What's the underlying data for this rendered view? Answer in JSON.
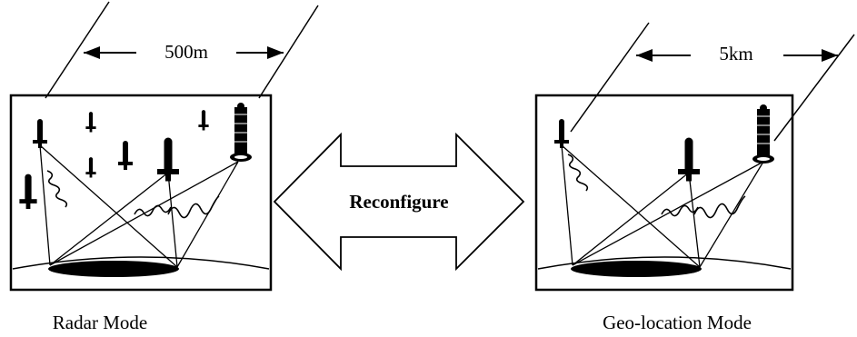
{
  "left_panel": {
    "distance_label": "500m",
    "caption": "Radar Mode"
  },
  "right_panel": {
    "distance_label": "5km",
    "caption": "Geo-location Mode"
  },
  "center": {
    "arrow_label": "Reconfigure"
  },
  "colors": {
    "ink": "#000000",
    "background": "#ffffff"
  }
}
